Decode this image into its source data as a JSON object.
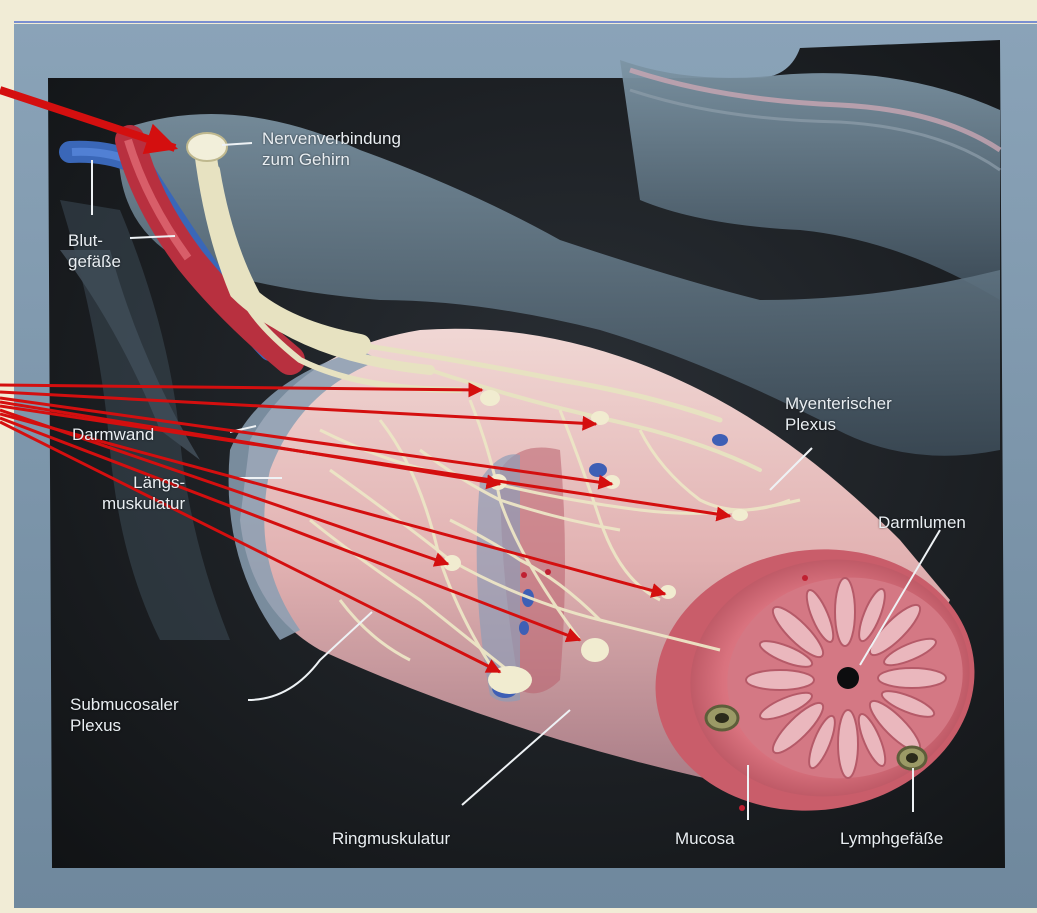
{
  "labels": {
    "nerve": [
      "Nervenverbindung",
      "zum Gehirn"
    ],
    "blood": [
      "Blut-",
      "gefäße"
    ],
    "wall": "Darmwand",
    "longitudinal": [
      "Längs-",
      "muskulatur"
    ],
    "myenteric": [
      "Myenterischer",
      "Plexus"
    ],
    "lumen": "Darmlumen",
    "submucosal": [
      "Submucosaler",
      "Plexus"
    ],
    "circular": "Ringmuskulatur",
    "mucosa": "Mucosa",
    "lymph": "Lymphgefäße"
  },
  "colors": {
    "annotation_arrow": "#d40f0f",
    "frame": "#7f98ad",
    "background": "#f1ecd6",
    "scene": "#17191c",
    "tissue_pink": "#e39a9f",
    "nerve": "#e7e2c1"
  }
}
